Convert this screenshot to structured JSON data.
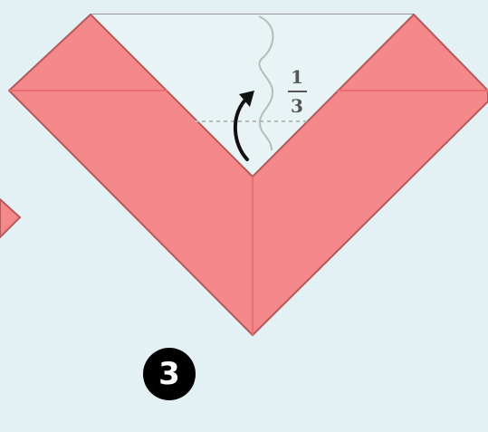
{
  "step": {
    "number": "3"
  },
  "fold_annotation": {
    "numerator": "1",
    "denominator": "3"
  },
  "colors": {
    "background": "#e4f1f4",
    "paper_front": "#f4888a",
    "paper_edge": "#b45a5c",
    "crease": "#e87073",
    "top_edge": "#9a9a9a",
    "fold_arrow": "#111111",
    "guide_lines": "#b9b9b9"
  }
}
